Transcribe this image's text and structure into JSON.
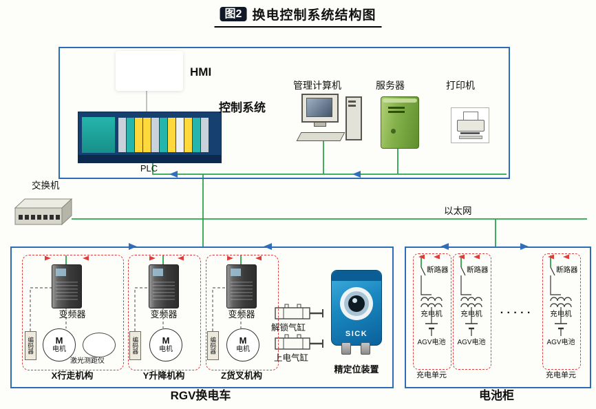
{
  "title": {
    "badge": "图2",
    "text": "换电控制系统结构图"
  },
  "control_box": {
    "hmi": "HMI",
    "control_system": "控制系统",
    "plc": "PLC",
    "computer": "管理计算机",
    "server": "服务器",
    "printer": "打印机"
  },
  "network": {
    "switch": "交换机",
    "ethernet": "以太网"
  },
  "rgv": {
    "label": "RGV换电车",
    "axes": [
      {
        "vfd": "变频器",
        "motor_letter": "M",
        "motor": "电机",
        "encoder": "编码器",
        "laser": "激光测距仪",
        "name": "X行走机构"
      },
      {
        "vfd": "变频器",
        "motor_letter": "M",
        "motor": "电机",
        "encoder": "编码器",
        "name": "Y升降机构"
      },
      {
        "vfd": "变频器",
        "motor_letter": "M",
        "motor": "电机",
        "encoder": "编码器",
        "name": "Z货叉机构"
      }
    ],
    "unlock_cylinder": "解锁气缸",
    "power_cylinder": "上电气缸",
    "camera_brand": "SICK",
    "positioning": "精定位装置"
  },
  "battery_cabinet": {
    "label": "电池柜",
    "dots": "· · · · ·",
    "units": [
      {
        "breaker": "断路器",
        "charger": "充电机",
        "battery": "AGV电池",
        "unit": "充电单元"
      },
      {
        "breaker": "断路器",
        "charger": "充电机",
        "battery": "AGV电池",
        "unit": ""
      },
      {
        "breaker": "断路器",
        "charger": "充电机",
        "battery": "AGV电池",
        "unit": "充电单元"
      }
    ]
  },
  "colors": {
    "box_border": "#2b6cb5",
    "dashed_border": "#e03c3c",
    "line_green": "#2aa24a",
    "arrow_blue": "#2f6fbe",
    "arrow_red": "#e03c3c"
  }
}
